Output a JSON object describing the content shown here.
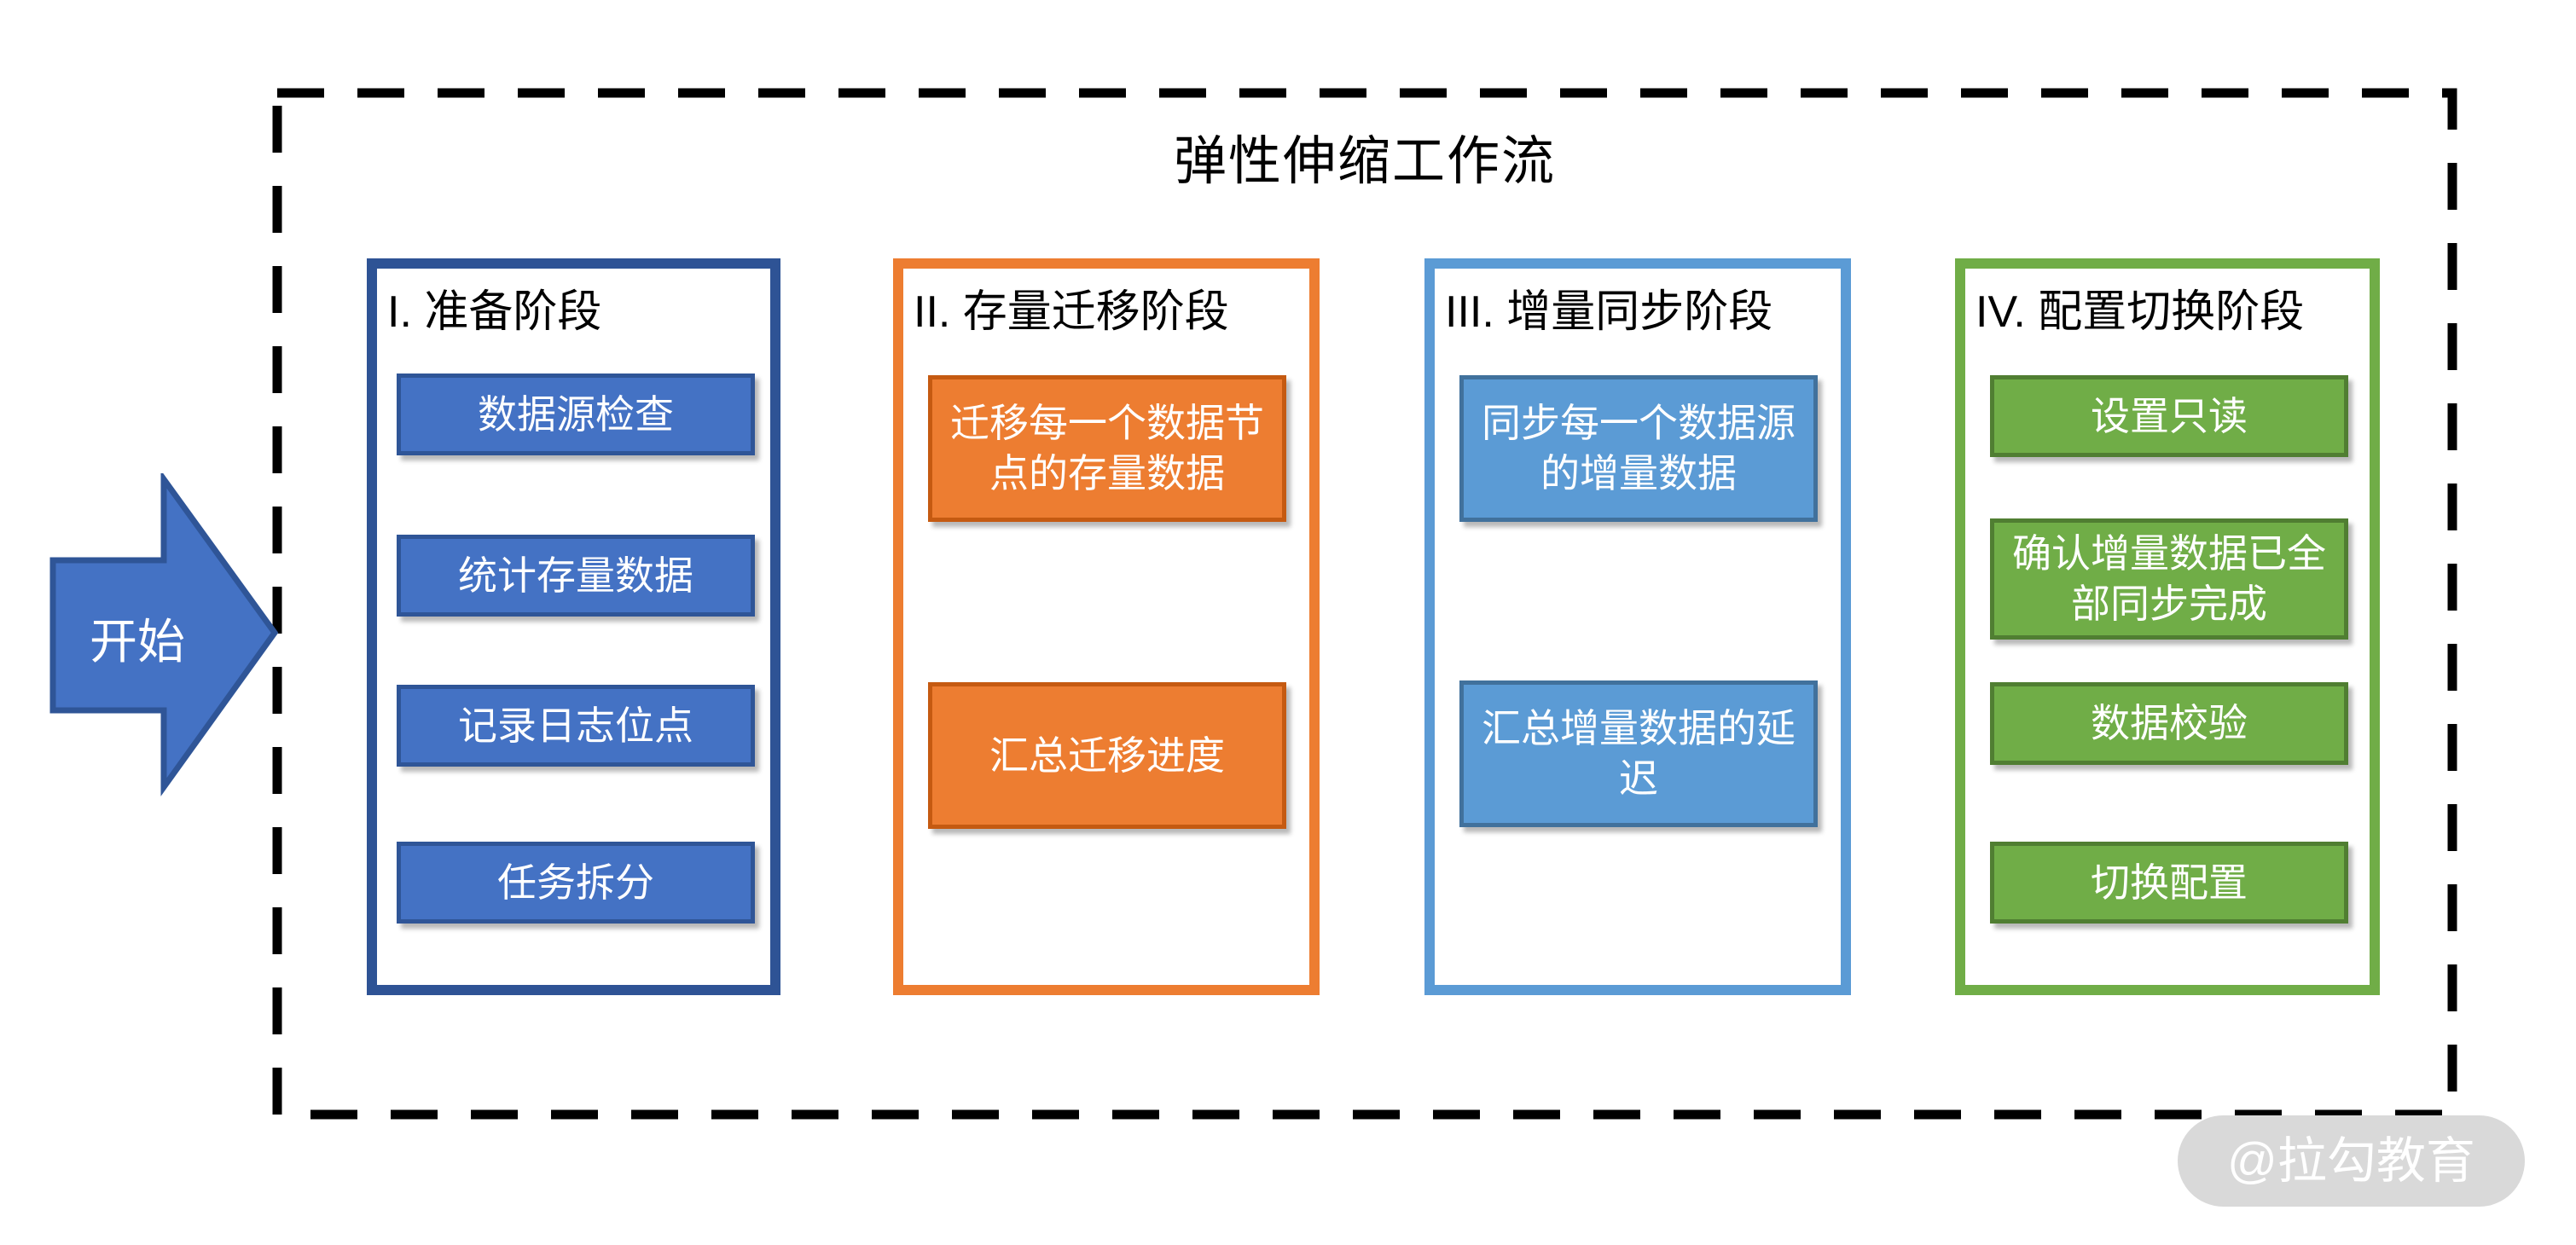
{
  "diagram": {
    "title": "弹性伸缩工作流",
    "start_label": "开始",
    "watermark": "@拉勾教育",
    "colors": {
      "boundary": "#000000",
      "arrow_fill": "#4472C4",
      "arrow_border": "#2F5597",
      "watermark_bg": "#D9D9D9",
      "watermark_text": "#FFFFFF"
    },
    "phases": [
      {
        "label": "I. 准备阶段",
        "border_color": "#2E5395",
        "step_fill": "#4472C4",
        "step_border": "#2F5597",
        "steps": [
          "数据源检查",
          "统计存量数据",
          "记录日志位点",
          "任务拆分"
        ]
      },
      {
        "label": "II. 存量迁移阶段",
        "border_color": "#ED7D31",
        "step_fill": "#ED7D31",
        "step_border": "#C55A11",
        "steps": [
          "迁移每一个数据节\n点的存量数据",
          "汇总迁移进度"
        ]
      },
      {
        "label": "III. 增量同步阶段",
        "border_color": "#5B9BD5",
        "step_fill": "#5B9BD5",
        "step_border": "#41719C",
        "steps": [
          "同步每一个数据源\n的增量数据",
          "汇总增量数据的延\n迟"
        ]
      },
      {
        "label": "IV. 配置切换阶段",
        "border_color": "#70AD47",
        "step_fill": "#70AD47",
        "step_border": "#507E32",
        "steps": [
          "设置只读",
          "确认增量数据已全\n部同步完成",
          "数据校验",
          "切换配置"
        ]
      }
    ]
  }
}
